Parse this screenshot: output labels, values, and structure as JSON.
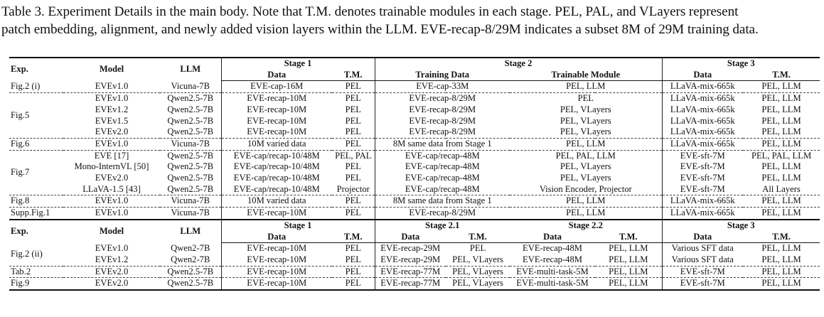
{
  "caption": {
    "line1": "Table 3. Experiment Details in the main body. Note that T.M. denotes trainable modules in each stage. PEL, PAL, and VLayers represent",
    "line2": "patch embedding, alignment, and newly added vision layers within the LLM. EVE-recap-8/29M indicates a subset 8M of 29M training data."
  },
  "table1": {
    "headers": {
      "exp": "Exp.",
      "model": "Model",
      "llm": "LLM",
      "stage1": "Stage 1",
      "stage2": "Stage 2",
      "stage3": "Stage 3",
      "data": "Data",
      "tm": "T.M.",
      "training_data": "Training Data",
      "trainable_module": "Trainable Module"
    },
    "groups": [
      {
        "exp": "Fig.2 (i)",
        "rows": [
          [
            "EVEv1.0",
            "Vicuna-7B",
            "EVE-cap-16M",
            "PEL",
            "EVE-cap-33M",
            "PEL, LLM",
            "LLaVA-mix-665k",
            "PEL, LLM"
          ]
        ]
      },
      {
        "exp": "Fig.5",
        "rows": [
          [
            "EVEv1.0",
            "Qwen2.5-7B",
            "EVE-recap-10M",
            "PEL",
            "EVE-recap-8/29M",
            "PEL",
            "LLaVA-mix-665k",
            "PEL, LLM"
          ],
          [
            "EVEv1.2",
            "Qwen2.5-7B",
            "EVE-recap-10M",
            "PEL",
            "EVE-recap-8/29M",
            "PEL, VLayers",
            "LLaVA-mix-665k",
            "PEL, LLM"
          ],
          [
            "EVEv1.5",
            "Qwen2.5-7B",
            "EVE-recap-10M",
            "PEL",
            "EVE-recap-8/29M",
            "PEL, VLayers",
            "LLaVA-mix-665k",
            "PEL, LLM"
          ],
          [
            "EVEv2.0",
            "Qwen2.5-7B",
            "EVE-recap-10M",
            "PEL",
            "EVE-recap-8/29M",
            "PEL, VLayers",
            "LLaVA-mix-665k",
            "PEL, LLM"
          ]
        ]
      },
      {
        "exp": "Fig.6",
        "rows": [
          [
            "EVEv1.0",
            "Vicuna-7B",
            "10M varied data",
            "PEL",
            "8M same data from Stage 1",
            "PEL, LLM",
            "LLaVA-mix-665k",
            "PEL, LLM"
          ]
        ]
      },
      {
        "exp": "Fig.7",
        "rows": [
          [
            "EVE [17]",
            "Qwen2.5-7B",
            "EVE-cap/recap-10/48M",
            "PEL, PAL",
            "EVE-cap/recap-48M",
            "PEL, PAL, LLM",
            "EVE-sft-7M",
            "PEL, PAL, LLM"
          ],
          [
            "Mono-InternVL [50]",
            "Qwen2.5-7B",
            "EVE-cap/recap-10/48M",
            "PEL",
            "EVE-cap/recap-48M",
            "PEL, VLayers",
            "EVE-sft-7M",
            "PEL, LLM"
          ],
          [
            "EVEv2.0",
            "Qwen2.5-7B",
            "EVE-cap/recap-10/48M",
            "PEL",
            "EVE-cap/recap-48M",
            "PEL, VLayers",
            "EVE-sft-7M",
            "PEL, LLM"
          ],
          [
            "LLaVA-1.5 [43]",
            "Qwen2.5-7B",
            "EVE-cap/recap-10/48M",
            "Projector",
            "EVE-cap/recap-48M",
            "Vision Encoder, Projector",
            "EVE-sft-7M",
            "All Layers"
          ]
        ]
      },
      {
        "exp": "Fig.8",
        "rows": [
          [
            "EVEv1.0",
            "Vicuna-7B",
            "10M varied data",
            "PEL",
            "8M same data from Stage 1",
            "PEL, LLM",
            "LLaVA-mix-665k",
            "PEL, LLM"
          ]
        ]
      },
      {
        "exp": "Supp.Fig.1",
        "rows": [
          [
            "EVEv1.0",
            "Vicuna-7B",
            "EVE-recap-10M",
            "PEL",
            "EVE-recap-8/29M",
            "PEL, LLM",
            "LLaVA-mix-665k",
            "PEL, LLM"
          ]
        ]
      }
    ]
  },
  "table2": {
    "headers": {
      "exp": "Exp.",
      "model": "Model",
      "llm": "LLM",
      "stage1": "Stage 1",
      "stage21": "Stage 2.1",
      "stage22": "Stage 2.2",
      "stage3": "Stage 3",
      "data": "Data",
      "tm": "T.M."
    },
    "groups": [
      {
        "exp": "Fig.2 (ii)",
        "rows": [
          [
            "EVEv1.0",
            "Qwen2-7B",
            "EVE-recap-10M",
            "PEL",
            "EVE-recap-29M",
            "PEL",
            "EVE-recap-48M",
            "PEL, LLM",
            "Various SFT data",
            "PEL, LLM"
          ],
          [
            "EVEv1.2",
            "Qwen2-7B",
            "EVE-recap-10M",
            "PEL",
            "EVE-recap-29M",
            "PEL, VLayers",
            "EVE-recap-48M",
            "PEL, LLM",
            "Various SFT data",
            "PEL, LLM"
          ]
        ]
      },
      {
        "exp": "Tab.2",
        "rows": [
          [
            "EVEv2.0",
            "Qwen2.5-7B",
            "EVE-recap-10M",
            "PEL",
            "EVE-recap-77M",
            "PEL, VLayers",
            "EVE-multi-task-5M",
            "PEL, LLM",
            "EVE-sft-7M",
            "PEL, LLM"
          ]
        ]
      },
      {
        "exp": "Fig.9",
        "rows": [
          [
            "EVEv2.0",
            "Qwen2.5-7B",
            "EVE-recap-10M",
            "PEL",
            "EVE-recap-77M",
            "PEL, VLayers",
            "EVE-multi-task-5M",
            "PEL, LLM",
            "EVE-sft-7M",
            "PEL, LLM"
          ]
        ]
      }
    ]
  }
}
